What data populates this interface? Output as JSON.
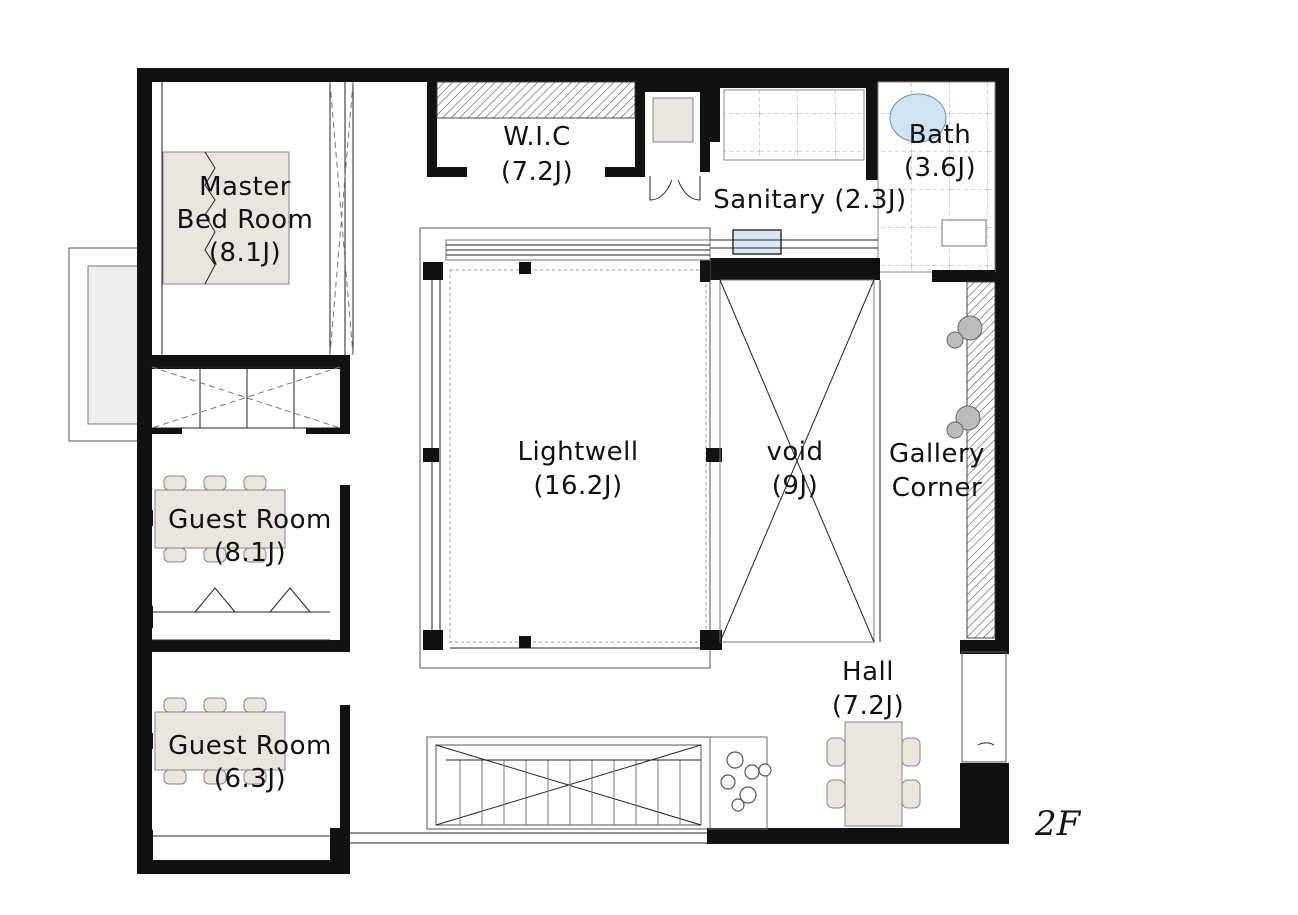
{
  "floor_label": "2F",
  "rooms": {
    "master_bed": {
      "line1": "Master",
      "line2": "Bed Room",
      "line3": "(8.1J)"
    },
    "wic": {
      "line1": "W.I.C",
      "line2": "(7.2J)"
    },
    "bath": {
      "line1": "Bath",
      "line2": "(3.6J)"
    },
    "sanitary": {
      "line1": "Sanitary (2.3J)"
    },
    "lightwell": {
      "line1": "Lightwell",
      "line2": "(16.2J)"
    },
    "void": {
      "line1": "void",
      "line2": "(9J)"
    },
    "gallery": {
      "line1": "Gallery",
      "line2": "Corner"
    },
    "guest1": {
      "line1": "Guest Room",
      "line2": "(8.1J)"
    },
    "guest2": {
      "line1": "Guest Room",
      "line2": "(6.3J)"
    },
    "hall": {
      "line1": "Hall",
      "line2": "(7.2J)"
    }
  },
  "colors": {
    "wall": "#111111",
    "furniture": "#e9e5df",
    "bathtub": "#cfe3f2"
  }
}
